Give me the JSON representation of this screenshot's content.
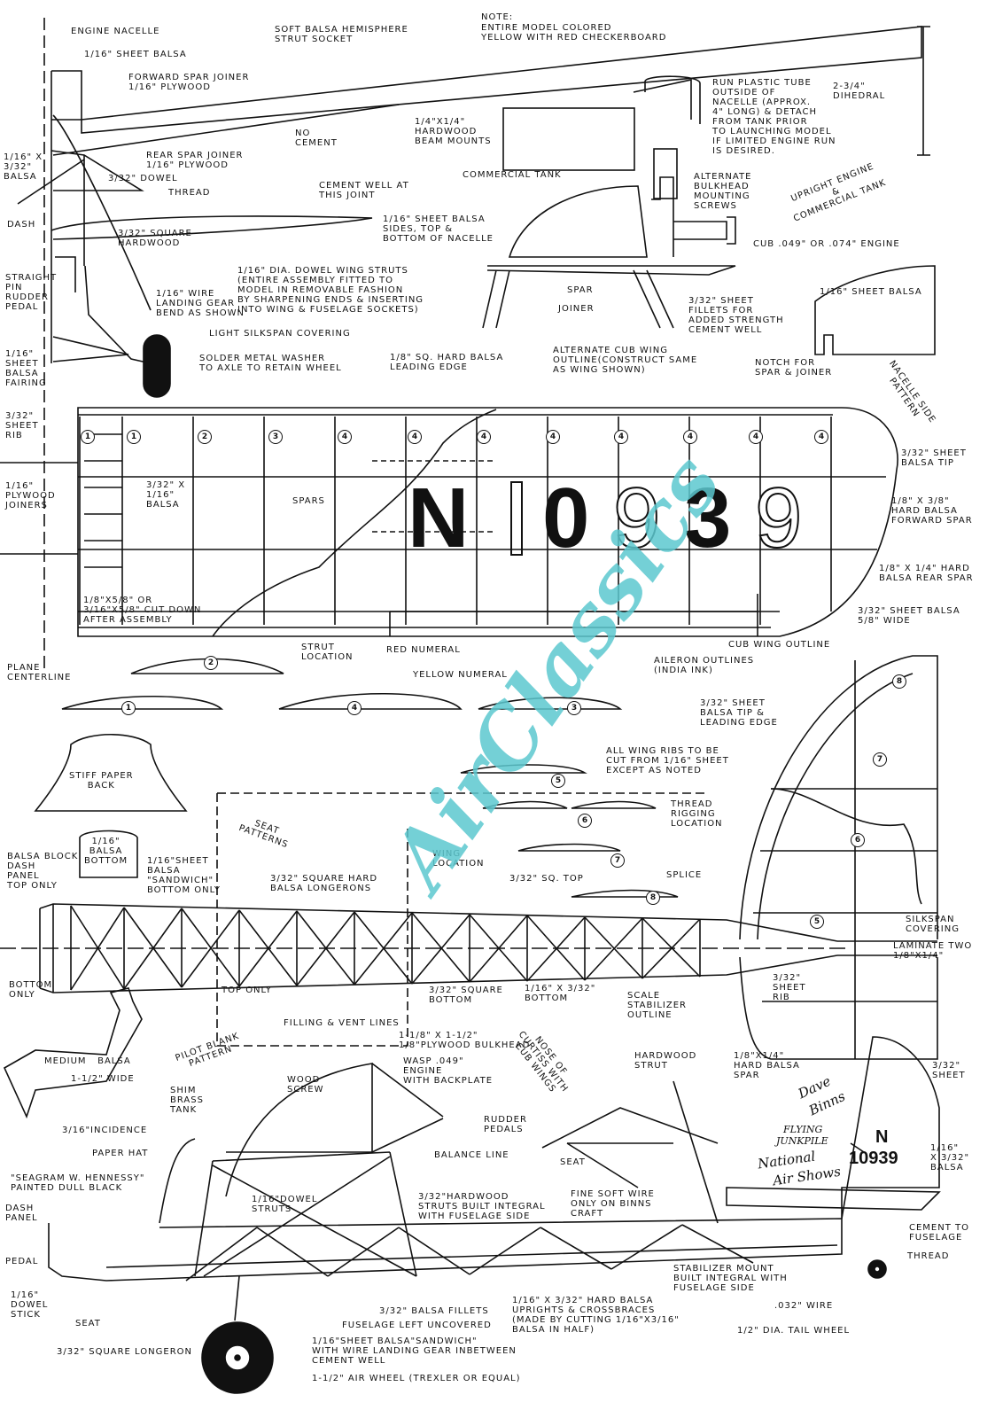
{
  "note": {
    "title": "NOTE:",
    "line1": "ENTIRE MODEL COLORED",
    "line2": "YELLOW WITH RED CHECKERBOARD"
  },
  "registration": {
    "n": "N",
    "one": "1",
    "zero": "0",
    "nine_outline": "9",
    "three": "3",
    "nine2_outline": "9",
    "tail": "N",
    "tail_number": "10939"
  },
  "watermark": "AirClassics",
  "tail_script": [
    "Dave",
    "Binns",
    "FLYING",
    "JUNKPILE",
    "National",
    "Air Shows"
  ],
  "callouts": {
    "engine_nacelle": "ENGINE NACELLE",
    "sheet_balsa_116": "1/16\" SHEET BALSA",
    "soft_balsa_hemisphere": "SOFT BALSA HEMISPHERE\nSTRUT SOCKET",
    "forward_spar_joiner": "FORWARD SPAR JOINER\n1/16\" PLYWOOD",
    "balsa_116x332": "1/16\" X\n3/32\"\nBALSA",
    "rear_spar_joiner": "REAR SPAR JOINER\n1/16\" PLYWOOD",
    "no_cement": "NO\nCEMENT",
    "dowel_332": "3/32\" DOWEL",
    "thread": "THREAD",
    "cement_well": "CEMENT WELL AT\nTHIS JOINT",
    "dash": "DASH",
    "square_hardwood": "3/32\" SQUARE\nHARDWOOD",
    "straight_pin": "STRAIGHT\nPIN\nRUDDER\nPEDAL",
    "wing_struts": "1/16\" DIA. DOWEL WING STRUTS\n(ENTIRE ASSEMBLY FITTED TO\nMODEL IN REMOVABLE FASHION\nBY SHARPENING ENDS & INSERTING\nINTO WING & FUSELAGE SOCKETS)",
    "landing_gear_wire": "1/16\" WIRE\nLANDING GEAR\nBEND AS SHOWN",
    "sheet_fairing": "1/16\"\nSHEET\nBALSA\nFAIRING",
    "solder_washer": "SOLDER METAL WASHER\nTO AXLE TO RETAIN WHEEL",
    "silkspan": "LIGHT SILKSPAN COVERING",
    "leading_edge": "1/8\" SQ. HARD BALSA\nLEADING EDGE",
    "alt_cub_wing": "ALTERNATE CUB WING\nOUTLINE(CONSTRUCT SAME\nAS WING SHOWN)",
    "dihedral": "2-3/4\"\nDIHEDRAL",
    "plastic_tube": "RUN PLASTIC TUBE\nOUTSIDE OF\nNACELLE (APPROX.\n4\" LONG) & DETACH\nFROM TANK PRIOR\nTO LAUNCHING MODEL\nIF LIMITED ENGINE RUN\nIS DESIRED.",
    "beam_mounts": "1/4\"X1/4\"\nHARDWOOD\nBEAM MOUNTS",
    "commercial_tank": "COMMERCIAL TANK",
    "alt_bulkhead": "ALTERNATE\nBULKHEAD\nMOUNTING\nSCREWS",
    "upright_engine": "UPRIGHT ENGINE\n&\nCOMMERCIAL TANK",
    "nacelle_sides": "1/16\" SHEET BALSA\nSIDES, TOP &\nBOTTOM OF NACELLE",
    "cub_engine": "CUB .049\" OR .074\" ENGINE",
    "spar": "SPAR",
    "joiner": "JOINER",
    "fillets": "3/32\" SHEET\nFILLETS FOR\nADDED STRENGTH\nCEMENT WELL",
    "sheet_balsa_pattern": "1/16\" SHEET BALSA",
    "notch": "NOTCH FOR\nSPAR & JOINER",
    "nacelle_side_pattern": "NACELLE SIDE\nPATTERN",
    "sheet_rib": "3/32\"\nSHEET\nRIB",
    "plywood_joiners": "1/16\"\nPLYWOOD\nJOINERS",
    "balsa_332x116": "3/32\" X\n1/16\"\nBALSA",
    "spars": "SPARS",
    "balsa_tip": "3/32\" SHEET\nBALSA TIP",
    "forward_spar": "1/8\" X 3/8\"\nHARD BALSA\nFORWARD SPAR",
    "rear_spar": "1/8\" X 1/4\" HARD\nBALSA REAR SPAR",
    "cut_down": "1/8\"X5/8\" OR\n3/16\"X5/8\" CUT DOWN\nAFTER ASSEMBLY",
    "strut_location": "STRUT\nLOCATION",
    "red_numeral": "RED NUMERAL",
    "yellow_numeral": "YELLOW NUMERAL",
    "aileron": "AILERON OUTLINES\n(INDIA INK)",
    "cub_wing_outline": "CUB WING OUTLINE",
    "plane_centerline": "PLANE\nCENTERLINE",
    "sheet_58": "3/32\" SHEET BALSA\n5/8\" WIDE",
    "tip_leading": "3/32\" SHEET\nBALSA TIP &\nLEADING EDGE",
    "wing_ribs_note": "ALL WING RIBS TO BE\nCUT FROM 1/16\" SHEET\nEXCEPT AS NOTED",
    "stiff_paper": "STIFF PAPER\nBACK",
    "seat_patterns": "SEAT\nPATTERNS",
    "wing_location": "WING\nLOCATION",
    "thread_rigging": "THREAD\nRIGGING\nLOCATION",
    "dash_block": "BALSA BLOCK\nDASH\nPANEL\nTOP ONLY",
    "dash_bottom": "1/16\"\nBALSA\nBOTTOM",
    "sandwich_top": "1/16\"SHEET\nBALSA\n\"SANDWICH\"\nBOTTOM ONLY",
    "longerons": "3/32\" SQUARE HARD\nBALSA LONGERONS",
    "sq_top": "3/32\" SQ. TOP",
    "splice": "SPLICE",
    "silkspan_covering": "SILKSPAN\nCOVERING",
    "bottom_only": "BOTTOM\nONLY",
    "top_only": "TOP ONLY",
    "square_bottom": "3/32\" SQUARE\nBOTTOM",
    "x332_bottom": "1/16\" X 3/32\"\nBOTTOM",
    "laminate": "LAMINATE TWO\n1/8\"X1/4\"",
    "sheet_rib_tail": "3/32\"\nSHEET\nRIB",
    "scale_stab": "SCALE\nSTABILIZER\nOUTLINE",
    "medium_balsa": "MEDIUM   BALSA",
    "wide": "1-1/2\" WIDE",
    "pilot_blank": "PILOT BLANK\nPATTERN",
    "filling_vent": "FILLING & VENT LINES",
    "bulkhead": "1-1/8\" X 1-1/2\"\n1/8\"PLYWOOD BULKHEAD",
    "wasp": "WASP .049\"\nENGINE\nWITH BACKPLATE",
    "nose_curtiss": "NOSE OF\nCURTISS WITH\nCUB WINGS",
    "hardwood_strut": "HARDWOOD\nSTRUT",
    "wood_screw": "WOOD\nSCREW",
    "shim_brass": "SHIM\nBRASS\nTANK",
    "incidence": "3/16\"INCIDENCE",
    "paper_hat": "PAPER HAT",
    "seagram": "\"SEAGRAM W. HENNESSY\"\nPAINTED DULL BLACK",
    "balance_line": "BALANCE LINE",
    "rudder_pedals": "RUDDER\nPEDALS",
    "seat": "SEAT",
    "hard_balsa_spar": "1/8\"X1/4\"\nHARD BALSA\nSPAR",
    "sheet_332": "3/32\"\nSHEET",
    "x332_balsa": "1/16\"\nX 3/32\"\nBALSA",
    "dash_panel": "DASH\nPANEL",
    "dowel_struts": "1/16\"DOWEL\nSTRUTS",
    "hardwood_struts": "3/32\"HARDWOOD\nSTRUTS BUILT INTEGRAL\nWITH FUSELAGE SIDE",
    "fine_wire": "FINE SOFT WIRE\nONLY ON BINNS\nCRAFT",
    "cement_fuselage": "CEMENT TO\nFUSELAGE",
    "pedal": "PEDAL",
    "dowel_stick": "1/16\"\nDOWEL\nSTICK",
    "seat2": "SEAT",
    "balsa_fillets": "3/32\" BALSA FILLETS",
    "fuselage_uncovered": "FUSELAGE LEFT UNCOVERED",
    "uprights": "1/16\" X 3/32\" HARD BALSA\nUPRIGHTS & CROSSBRACES\n(MADE BY CUTTING 1/16\"X3/16\"\nBALSA IN HALF)",
    "stab_mount": "STABILIZER MOUNT\nBUILT INTEGRAL WITH\nFUSELAGE SIDE",
    "thread2": "THREAD",
    "wire_032": ".032\" WIRE",
    "tail_wheel": "1/2\" DIA. TAIL WHEEL",
    "square_longeron": "3/32\" SQUARE LONGERON",
    "sandwich_bottom": "1/16\"SHEET BALSA\"SANDWICH\"\nWITH WIRE LANDING GEAR INBETWEEN\nCEMENT WELL",
    "air_wheel": "1-1/2\" AIR WHEEL (TREXLER OR EQUAL)"
  },
  "rib_numbers": [
    "1",
    "1",
    "2",
    "3",
    "4",
    "4",
    "4",
    "4",
    "4",
    "4",
    "4",
    "4",
    "2",
    "1",
    "4",
    "3",
    "5",
    "6",
    "7",
    "8",
    "8",
    "7",
    "6",
    "5"
  ]
}
